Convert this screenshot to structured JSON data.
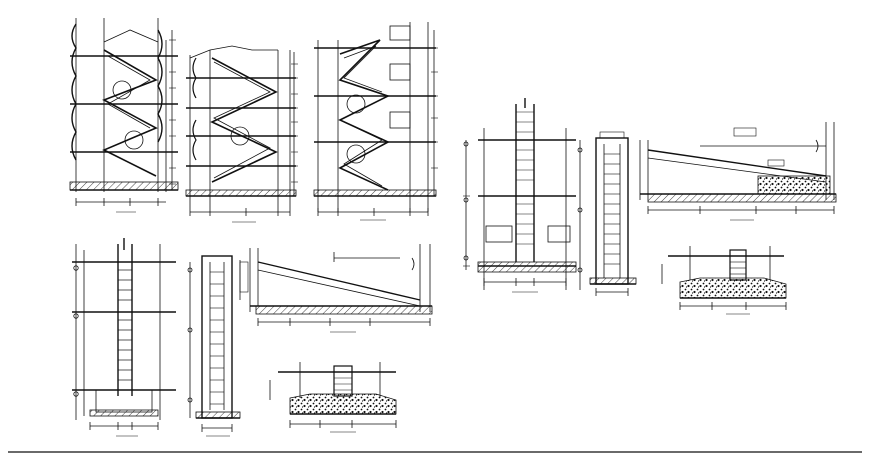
{
  "canvas": {
    "background": "#ffffff",
    "line_color": "#111111"
  },
  "drawings": [
    {
      "id": "stair-section-a"
    },
    {
      "id": "stair-section-b"
    },
    {
      "id": "stair-section-c"
    },
    {
      "id": "ladder-section-1"
    },
    {
      "id": "ladder-section-2"
    },
    {
      "id": "ramp-section-1"
    },
    {
      "id": "pit-detail-1"
    },
    {
      "id": "ladder-section-3"
    },
    {
      "id": "ladder-section-4"
    },
    {
      "id": "ramp-section-2"
    },
    {
      "id": "pit-detail-2"
    }
  ]
}
